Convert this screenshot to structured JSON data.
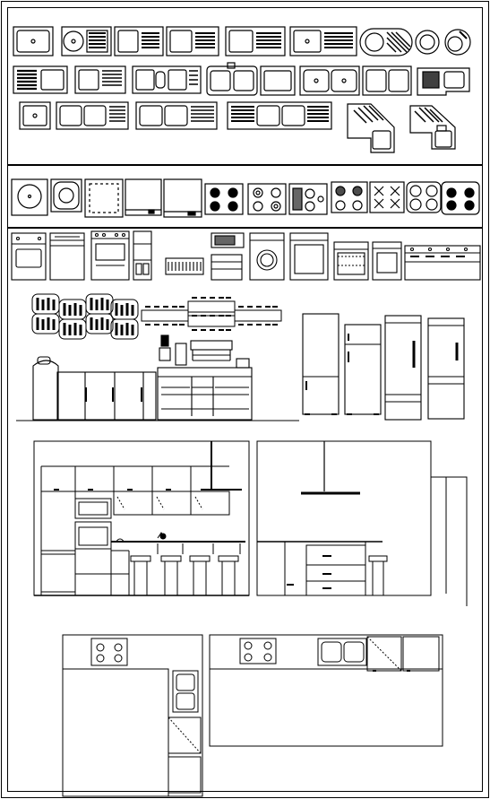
{
  "sheet": {
    "type": "cad-block-library",
    "theme": "kitchen",
    "line_color": "#000000",
    "background": "#ffffff"
  },
  "sections": [
    {
      "id": "sinks",
      "rows": [
        [
          "single-bowl-sink",
          "sink-with-drainboard",
          "sink-with-drainboard",
          "sink-with-drainboard",
          "sink-with-drainboard",
          "sink-with-drainboard",
          "round-sink-with-drainer",
          "round-sink",
          "round-sink"
        ],
        [
          "sink-with-drainboard",
          "sink-with-drainboard",
          "double-sink",
          "double-sink",
          "double-sink",
          "double-sink",
          "double-sink",
          "corner-sink"
        ],
        [
          "single-bowl-sink",
          "double-sink",
          "double-sink",
          "double-sink-with-drainboard",
          "corner-sink",
          "corner-sink"
        ]
      ]
    },
    {
      "id": "cooktops",
      "items": [
        "round-hob",
        "round-hob",
        "square-hob",
        "square-hob",
        "square-hob",
        "four-burner-cooktop",
        "four-burner-cooktop",
        "cooktop-with-knobs",
        "cooktop-with-knobs",
        "gas-cooktop",
        "gas-cooktop",
        "four-burner-cooktop"
      ]
    },
    {
      "id": "appliances",
      "items": [
        "oven",
        "dishwasher",
        "range",
        "tall-unit",
        "grill",
        "microwave",
        "oven-low",
        "washing-machine",
        "oven",
        "built-in-oven",
        "microwave-oven",
        "commercial-range"
      ]
    },
    {
      "id": "dining-and-elevations",
      "items": [
        "dining-table-plan",
        "kitchen-counter-elevation",
        "refrigerator",
        "refrigerator",
        "refrigerator",
        "refrigerator"
      ]
    },
    {
      "id": "kitchen-elevations",
      "items": [
        "kitchen-elevation-a",
        "kitchen-elevation-b"
      ]
    },
    {
      "id": "kitchen-plans",
      "items": [
        "l-shaped-kitchen-plan",
        "straight-kitchen-plan"
      ]
    }
  ]
}
